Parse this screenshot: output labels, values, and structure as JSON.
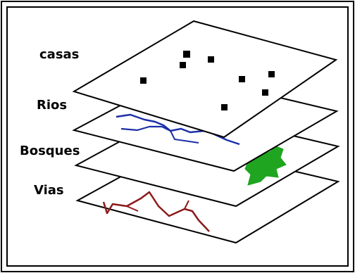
{
  "diagram": {
    "layers": [
      {
        "id": "casas",
        "label": "casas",
        "feature": "point-markers"
      },
      {
        "id": "rios",
        "label": "Rios",
        "feature": "river-line"
      },
      {
        "id": "bosques",
        "label": "Bosques",
        "feature": "forest-patch"
      },
      {
        "id": "vias",
        "label": "Vias",
        "feature": "road-line"
      }
    ],
    "colors": {
      "frame": "#000000",
      "plane_fill": "#ffffff",
      "plane_stroke": "#000000",
      "house": "#000000",
      "river": "#1c2fa8",
      "forest": "#1fa51f",
      "road": "#8b1a1a",
      "label": "#000000"
    }
  }
}
